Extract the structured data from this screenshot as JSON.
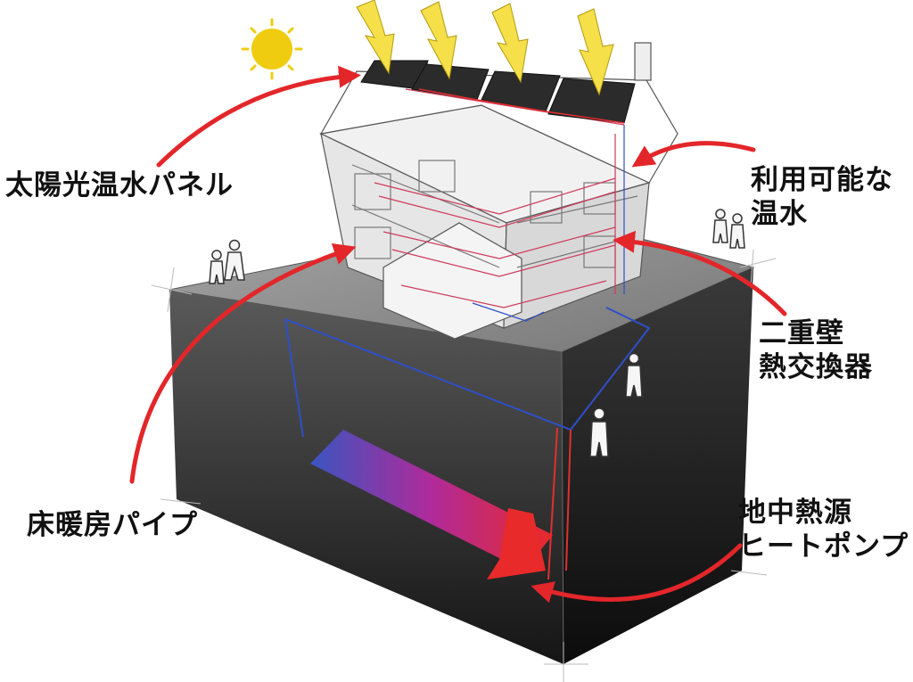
{
  "labels": {
    "solar_panel": "太陽光温水パネル",
    "hot_water": [
      "利用可能な",
      "温水"
    ],
    "double_wall": [
      "二重壁",
      "熱交換器"
    ],
    "floor_pipe": "床暖房パイプ",
    "geo_pump": [
      "地中熱源",
      "ヒートポンプ"
    ]
  },
  "colors": {
    "arrow": "#e3262a",
    "ground_top": "#8a8a8a",
    "ground_side": "#1c1c1c",
    "pipe_red": "#e03030",
    "pipe_blue": "#2e4fc8",
    "sun": "#f0cc10",
    "sun_bolt": "#f5e04a"
  },
  "icons": [
    "sun-icon",
    "sunbeam-icon",
    "solar-panel-icon",
    "house-icon",
    "person-icon",
    "ground-loop-icon",
    "arrow-icon"
  ]
}
